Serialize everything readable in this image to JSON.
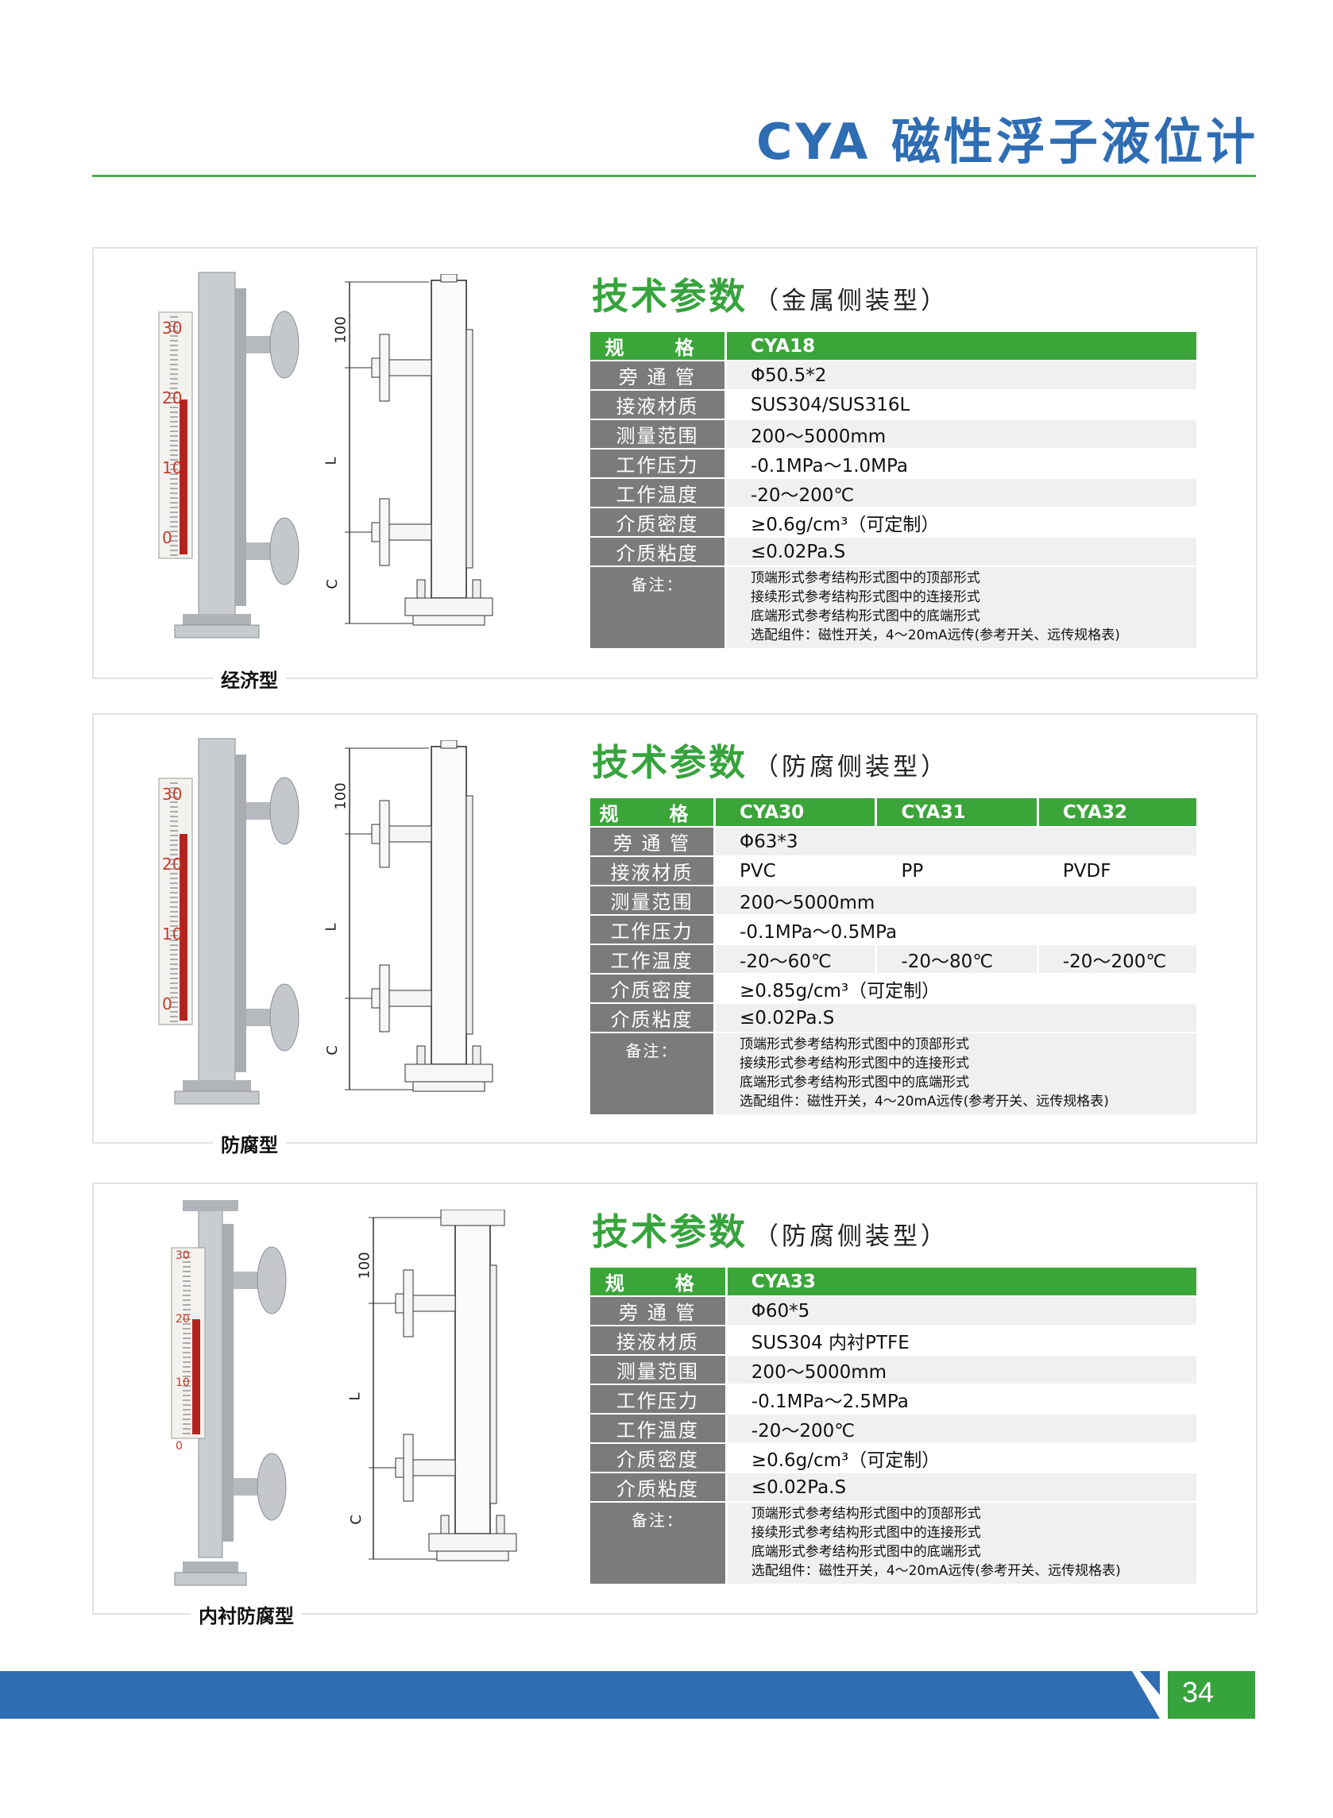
{
  "page": {
    "title": "CYA 磁性浮子液位计",
    "page_number": "34",
    "brand_blue": "#2f6db3",
    "brand_green": "#37a33d"
  },
  "sections": [
    {
      "caption": "经济型",
      "heading": "技术参数",
      "heading_sub": "（金属侧装型）",
      "dims": {
        "top": "100",
        "mid": "L",
        "bottom": "C"
      },
      "scale": [
        "30",
        "20",
        "10",
        "0"
      ],
      "header": {
        "label": "规　格",
        "models": [
          "CYA18"
        ]
      },
      "rows": [
        {
          "label": "旁 通 管",
          "values": [
            "Φ50.5*2"
          ]
        },
        {
          "label": "接液材质",
          "values": [
            "SUS304/SUS316L"
          ]
        },
        {
          "label": "测量范围",
          "values": [
            "200～5000mm"
          ]
        },
        {
          "label": "工作压力",
          "values": [
            "-0.1MPa～1.0MPa"
          ]
        },
        {
          "label": "工作温度",
          "values": [
            "-20～200℃"
          ]
        },
        {
          "label": "介质密度",
          "values": [
            "≥0.6g/cm³（可定制）"
          ]
        },
        {
          "label": "介质粘度",
          "values": [
            "≤0.02Pa.S"
          ]
        }
      ],
      "note_label": "备注：",
      "notes": [
        "顶端形式参考结构形式图中的顶部形式",
        "接续形式参考结构形式图中的连接形式",
        "底端形式参考结构形式图中的底端形式",
        "选配组件：磁性开关，4～20mA远传(参考开关、远传规格表)"
      ]
    },
    {
      "caption": "防腐型",
      "heading": "技术参数",
      "heading_sub": "（防腐侧装型）",
      "dims": {
        "top": "100",
        "mid": "L",
        "bottom": "C"
      },
      "scale": [
        "30",
        "20",
        "10",
        "0"
      ],
      "header": {
        "label": "规　格",
        "models": [
          "CYA30",
          "CYA31",
          "CYA32"
        ]
      },
      "rows": [
        {
          "label": "旁 通 管",
          "values": [
            "Φ63*3"
          ]
        },
        {
          "label": "接液材质",
          "values": [
            "PVC",
            "PP",
            "PVDF"
          ]
        },
        {
          "label": "测量范围",
          "values": [
            "200～5000mm"
          ]
        },
        {
          "label": "工作压力",
          "values": [
            "-0.1MPa～0.5MPa"
          ]
        },
        {
          "label": "工作温度",
          "values": [
            "-20～60℃",
            "-20～80℃",
            "-20～200℃"
          ]
        },
        {
          "label": "介质密度",
          "values": [
            "≥0.85g/cm³（可定制）"
          ]
        },
        {
          "label": "介质粘度",
          "values": [
            "≤0.02Pa.S"
          ]
        }
      ],
      "note_label": "备注：",
      "notes": [
        "顶端形式参考结构形式图中的顶部形式",
        "接续形式参考结构形式图中的连接形式",
        "底端形式参考结构形式图中的底端形式",
        "选配组件：磁性开关，4～20mA远传(参考开关、远传规格表)"
      ]
    },
    {
      "caption": "内衬防腐型",
      "heading": "技术参数",
      "heading_sub": "（防腐侧装型）",
      "dims": {
        "top": "100",
        "mid": "L",
        "bottom": "C"
      },
      "scale": [
        "30",
        "20",
        "10",
        "0"
      ],
      "header": {
        "label": "规　格",
        "models": [
          "CYA33"
        ]
      },
      "rows": [
        {
          "label": "旁 通 管",
          "values": [
            "Φ60*5"
          ]
        },
        {
          "label": "接液材质",
          "values": [
            "SUS304 内衬PTFE"
          ]
        },
        {
          "label": "测量范围",
          "values": [
            "200～5000mm"
          ]
        },
        {
          "label": "工作压力",
          "values": [
            "-0.1MPa～2.5MPa"
          ]
        },
        {
          "label": "工作温度",
          "values": [
            "-20～200℃"
          ]
        },
        {
          "label": "介质密度",
          "values": [
            "≥0.6g/cm³（可定制）"
          ]
        },
        {
          "label": "介质粘度",
          "values": [
            "≤0.02Pa.S"
          ]
        }
      ],
      "note_label": "备注：",
      "notes": [
        "顶端形式参考结构形式图中的顶部形式",
        "接续形式参考结构形式图中的连接形式",
        "底端形式参考结构形式图中的底端形式",
        "选配组件：磁性开关，4～20mA远传(参考开关、远传规格表)"
      ]
    }
  ]
}
